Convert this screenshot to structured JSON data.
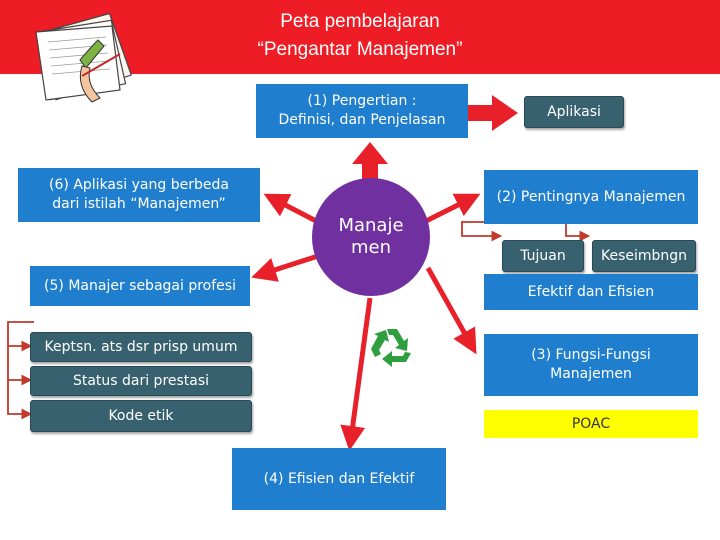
{
  "header": {
    "title_line1": "Peta pembelajaran",
    "title_line2": "“Pengantar Manajemen”"
  },
  "center": {
    "line1": "Manaje",
    "line2": "men"
  },
  "nodes": {
    "pengertian": {
      "line1": "(1)  Pengertian :",
      "line2": "Definisi, dan Penjelasan"
    },
    "aplikasi": "Aplikasi",
    "pentingnya": "(2) Pentingnya Manajemen",
    "tujuan": "Tujuan",
    "keseimbngn": "Keseimbngn",
    "efektif_efisien": "Efektif dan Efisien",
    "fungsi": {
      "line1": "(3) Fungsi-Fungsi",
      "line2": "Manajemen"
    },
    "poac": "POAC",
    "efisien_efektif": "(4) Efisien dan Efektif",
    "manajer_profesi": "(5) Manajer sebagai profesi",
    "keptsn": "Keptsn. ats dsr prisp umum",
    "status": "Status dari prestasi",
    "kode_etik": "Kode etik",
    "aplikasi_berbeda": {
      "line1": "(6) Aplikasi yang berbeda",
      "line2": "dari istilah “Manajemen”"
    }
  },
  "colors": {
    "header": "#ee1c24",
    "blue_box": "#1f7fce",
    "dark_box": "#37616f",
    "yellow_box": "#ffff00",
    "center": "#7030a0",
    "arrow": "#e8202a"
  }
}
